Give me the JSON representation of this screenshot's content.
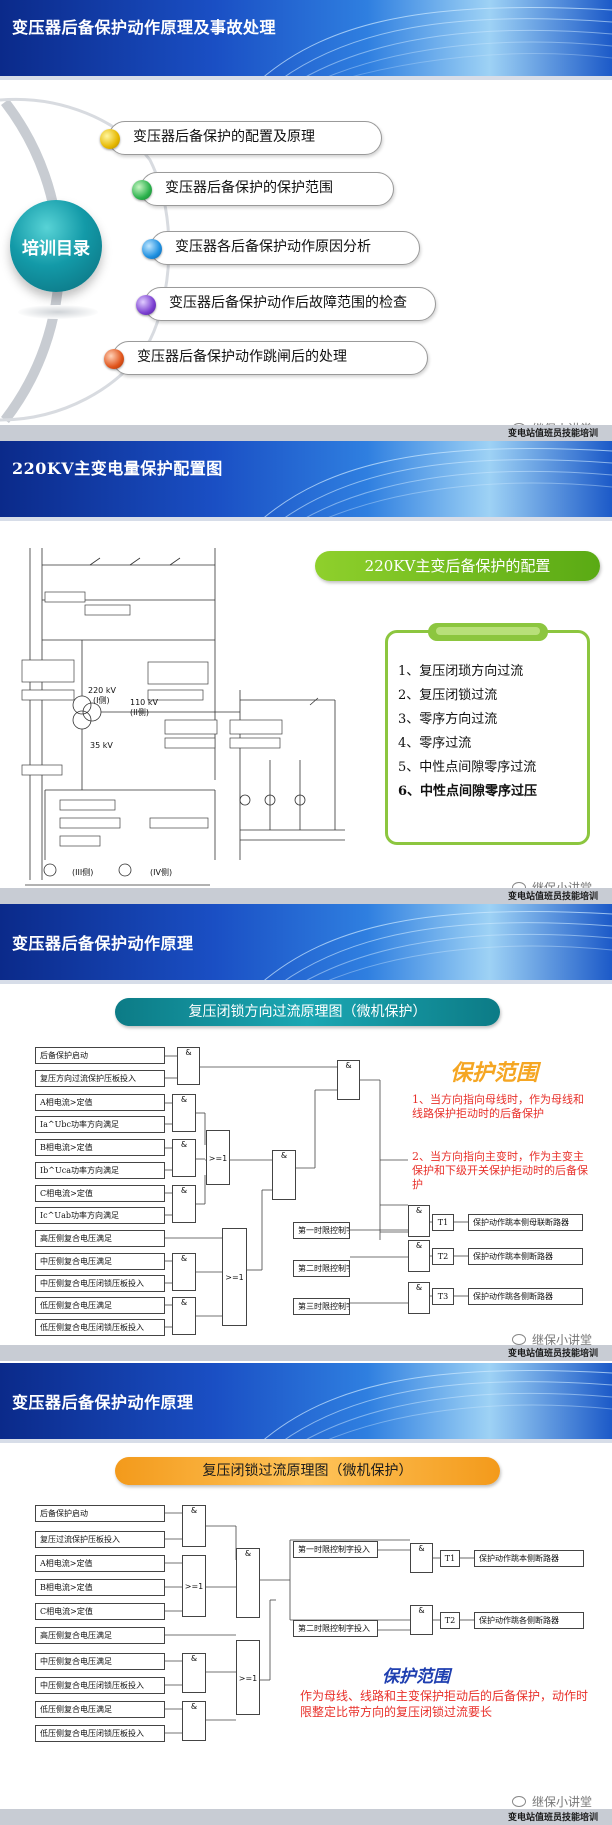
{
  "watermark": {
    "account": "继保小讲堂",
    "org": "变电站值班员技能培训"
  },
  "slide1": {
    "title": "变压器后备保护动作原理及事故处理",
    "circle_label": "培训目录",
    "items": [
      {
        "label": "变压器后备保护的配置及原理",
        "color": "#e6b800"
      },
      {
        "label": "变压器后备保护的保护范围",
        "color": "#2bb24c"
      },
      {
        "label": "变压器各后备保护动作原因分析",
        "color": "#1d8fe0"
      },
      {
        "label": "变压器后备保护动作后故障范围的检查",
        "color": "#7b3fd1"
      },
      {
        "label": "变压器后备保护动作跳闸后的处理",
        "color": "#e0541b"
      }
    ]
  },
  "slide2": {
    "title": "220KV主变电量保护配置图",
    "config_title": "220KV主变后备保护的配置",
    "config_items": [
      "1、复压闭琐方向过流",
      "2、复压闭锁过流",
      "3、零序方向过流",
      "4、零序过流",
      "5、中性点间隙零序过流",
      "6、中性点间隙零序过压"
    ],
    "diagram": {
      "v220": "220 kV",
      "side1": "(I侧)",
      "v110": "110 kV",
      "side2": "(II侧)",
      "v35": "35 kV",
      "side3": "(III侧)",
      "side4": "(IV侧)"
    }
  },
  "slide3": {
    "title": "变压器后备保护动作原理",
    "subtitle": "复压闭锁方向过流原理图（微机保护）",
    "inputs": [
      "后备保护启动",
      "复压方向过流保护压板投入",
      "A相电流>定值",
      "Ia^Ubc功率方向满足",
      "B相电流>定值",
      "Ib^Uca功率方向满足",
      "C相电流>定值",
      "Ic^Uab功率方向满足",
      "高压侧复合电压满足",
      "中压侧复合电压满足",
      "中压侧复合电压闭锁压板投入",
      "低压侧复合电压满足",
      "低压侧复合电压闭锁压板投入"
    ],
    "time_controls": [
      "第一时限控制字投入",
      "第二时限控制字投入",
      "第三时限控制字投入"
    ],
    "timers": [
      "T1",
      "T2",
      "T3"
    ],
    "actions": [
      "保护动作跳本侧母联断路器",
      "保护动作跳本侧断路器",
      "保护动作跳各侧断路器"
    ],
    "gate_and": "&",
    "gate_or": ">=1",
    "scope_title": "保护范围",
    "scope_points": [
      "1、当方向指向母线时，作为母线和线路保护拒动时的后备保护",
      "2、当方向指向主变时，作为主变主保护和下级开关保护拒动时的后备保护"
    ]
  },
  "slide4": {
    "title": "变压器后备保护动作原理",
    "subtitle": "复压闭锁过流原理图（微机保护）",
    "inputs": [
      "后备保护启动",
      "复压过流保护压板投入",
      "A相电流>定值",
      "B相电流>定值",
      "C相电流>定值",
      "高压侧复合电压满足",
      "中压侧复合电压满足",
      "中压侧复合电压闭锁压板投入",
      "低压侧复合电压满足",
      "低压侧复合电压闭锁压板投入"
    ],
    "time_controls": [
      "第一时限控制字投入",
      "第二时限控制字投入"
    ],
    "timers": [
      "T1",
      "T2"
    ],
    "actions": [
      "保护动作跳本侧断路器",
      "保护动作跳各侧断路器"
    ],
    "gate_and": "&",
    "gate_or": ">=1",
    "scope_title": "保护范围",
    "scope_text": "作为母线、线路和主变保护拒动后的后备保护，动作时限整定比带方向的复压闭锁过流要长"
  }
}
